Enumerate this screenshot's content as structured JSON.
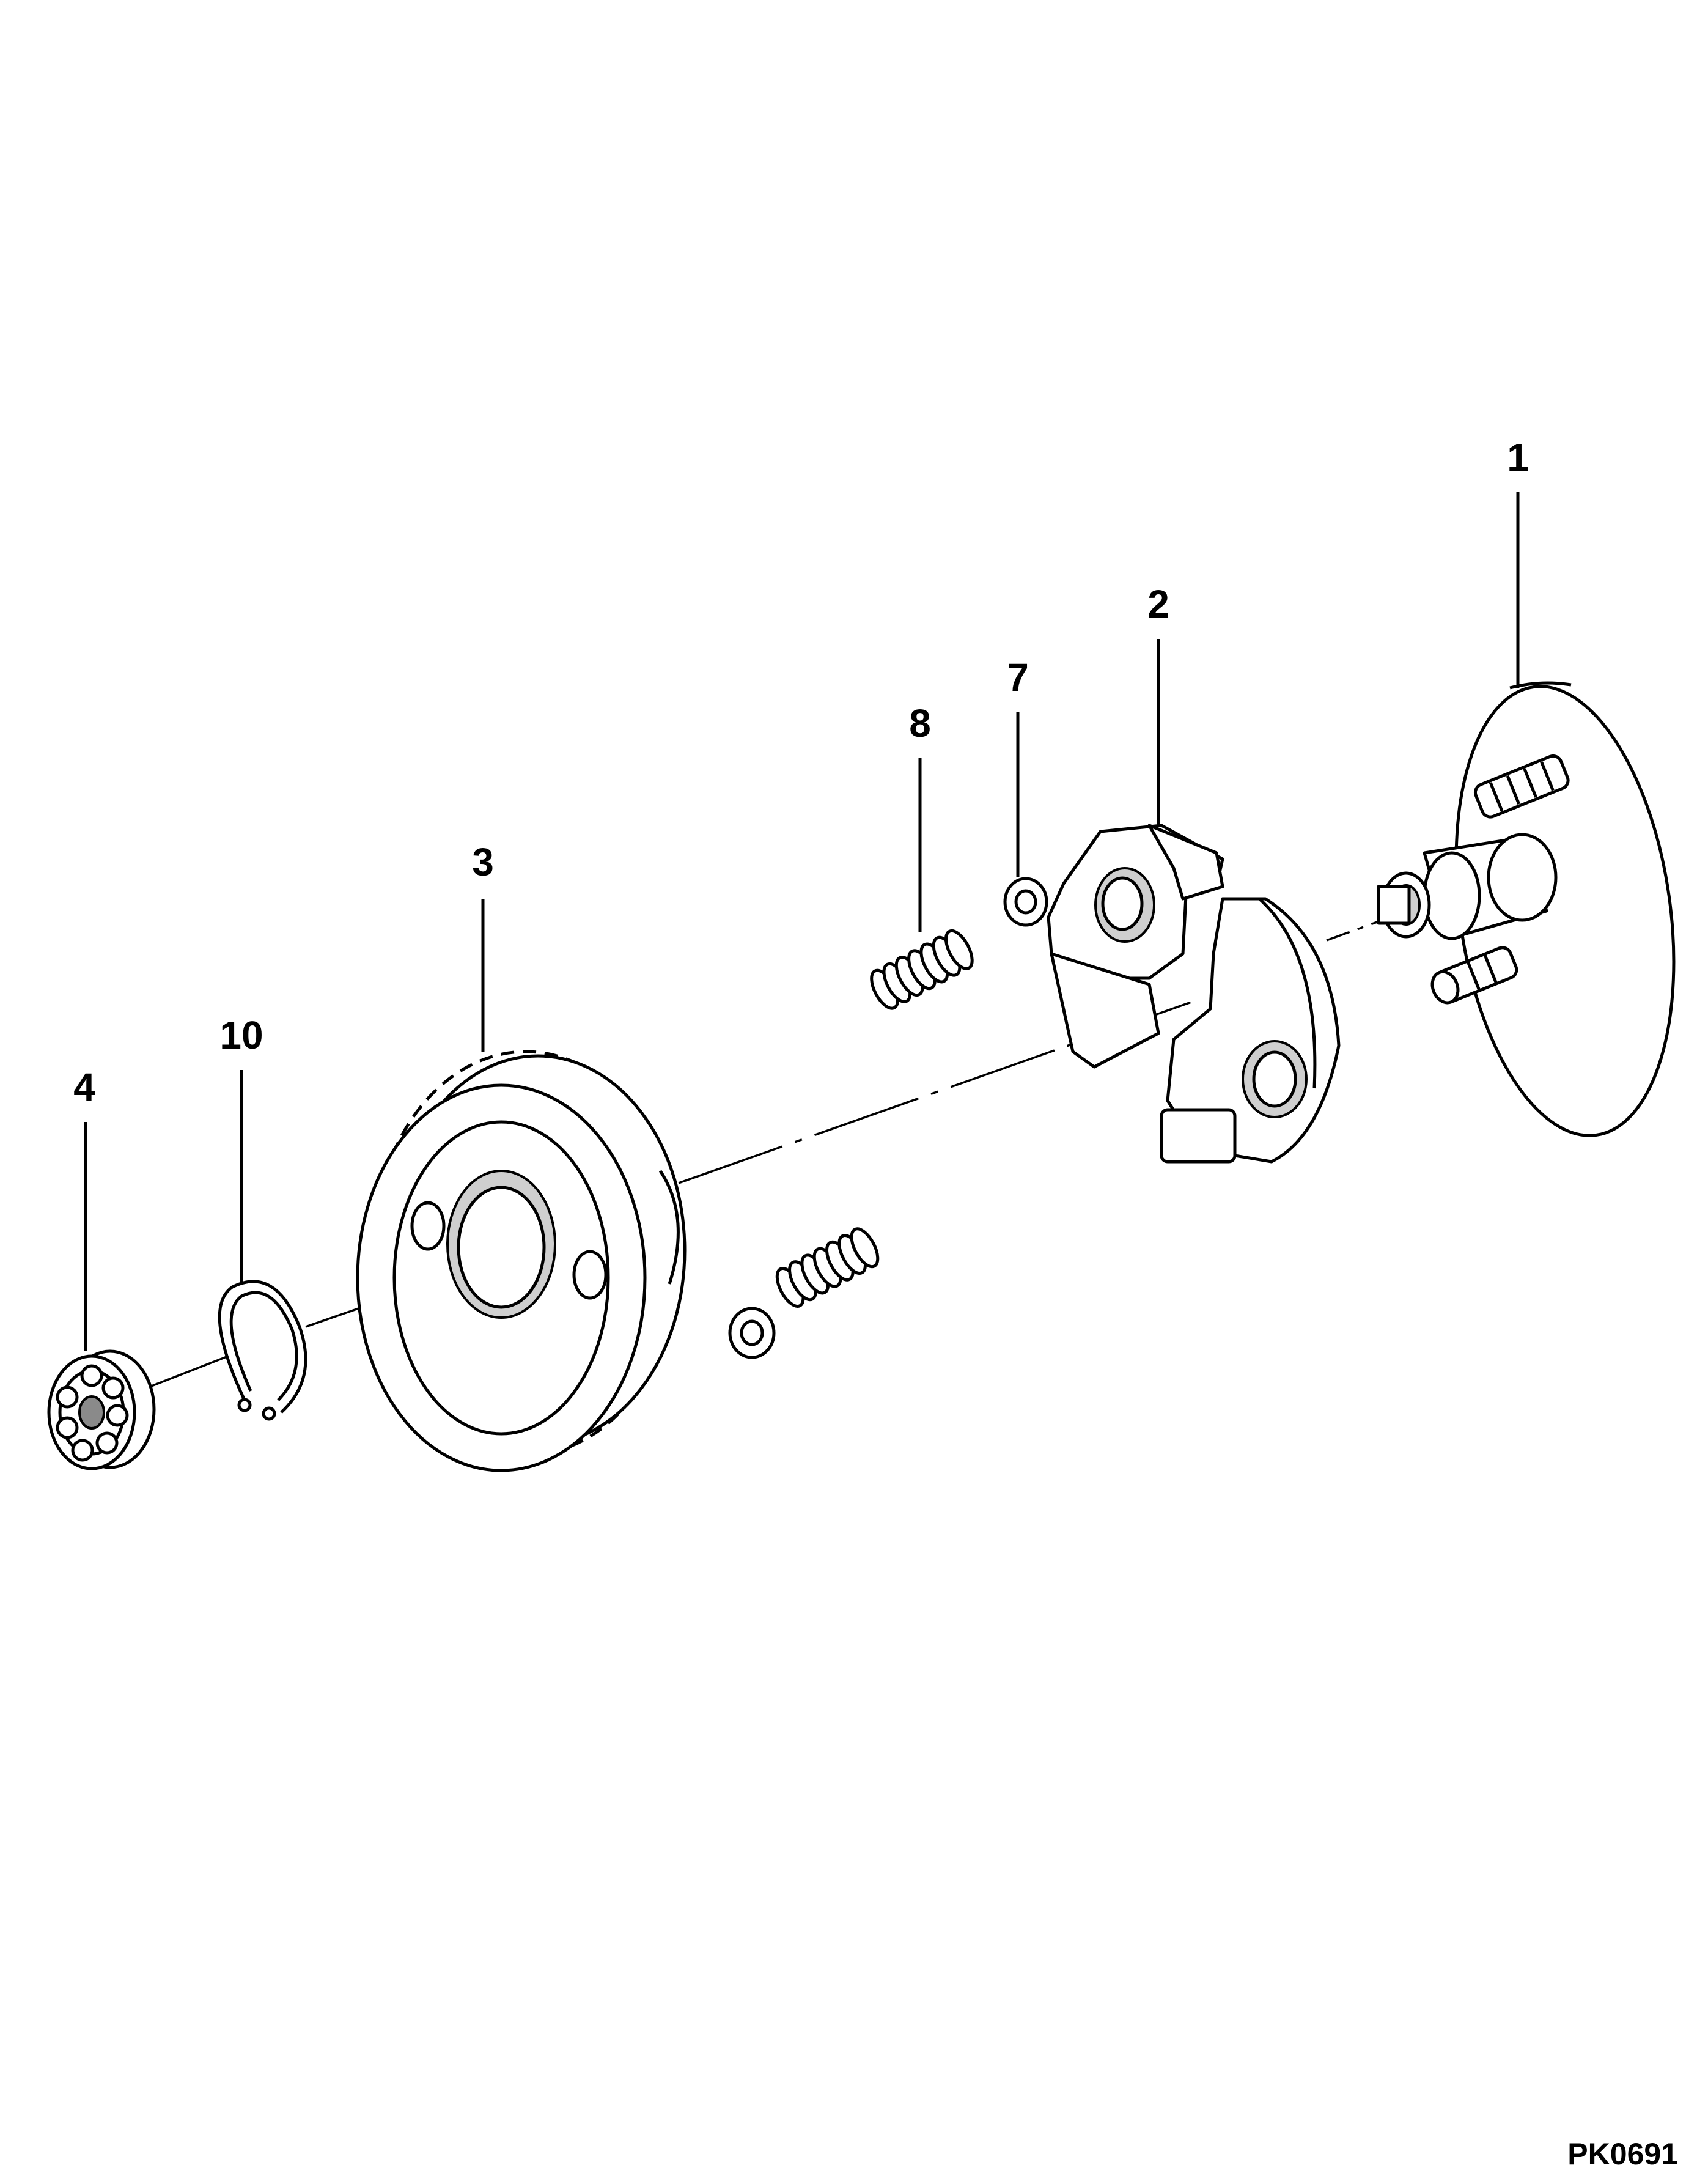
{
  "figure": {
    "code": "PK0691",
    "callouts": [
      {
        "id": "c1",
        "label": "1"
      },
      {
        "id": "c2",
        "label": "2"
      },
      {
        "id": "c3",
        "label": "3"
      },
      {
        "id": "c4",
        "label": "4"
      },
      {
        "id": "c7",
        "label": "7"
      },
      {
        "id": "c8",
        "label": "8"
      },
      {
        "id": "c10",
        "label": "10"
      }
    ]
  }
}
